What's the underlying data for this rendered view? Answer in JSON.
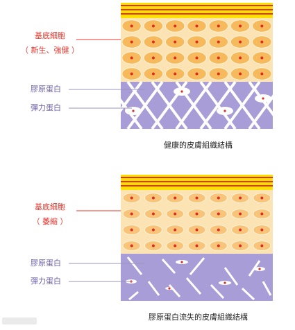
{
  "healthy": {
    "cell_label_line1": "基底細胞",
    "cell_label_line2": "（ 新生、強健 ）",
    "collagen_label": "膠原蛋白",
    "elastin_label": "彈力蛋白",
    "caption": "健康的皮膚組織結構"
  },
  "damaged": {
    "cell_label_line1": "基底細胞",
    "cell_label_line2": "（ 萎縮 ）",
    "collagen_label": "膠原蛋白",
    "elastin_label": "彈力蛋白",
    "caption": "膠原蛋白流失的皮膚組織結構"
  },
  "colors": {
    "label_red": "#e8342a",
    "label_purple": "#6f64a8",
    "stratum_yellow": "#ffe100",
    "cell_fill": "#f6b95c",
    "cell_nucleus": "#e02b1f",
    "dermis_purple": "#a99dd8"
  }
}
